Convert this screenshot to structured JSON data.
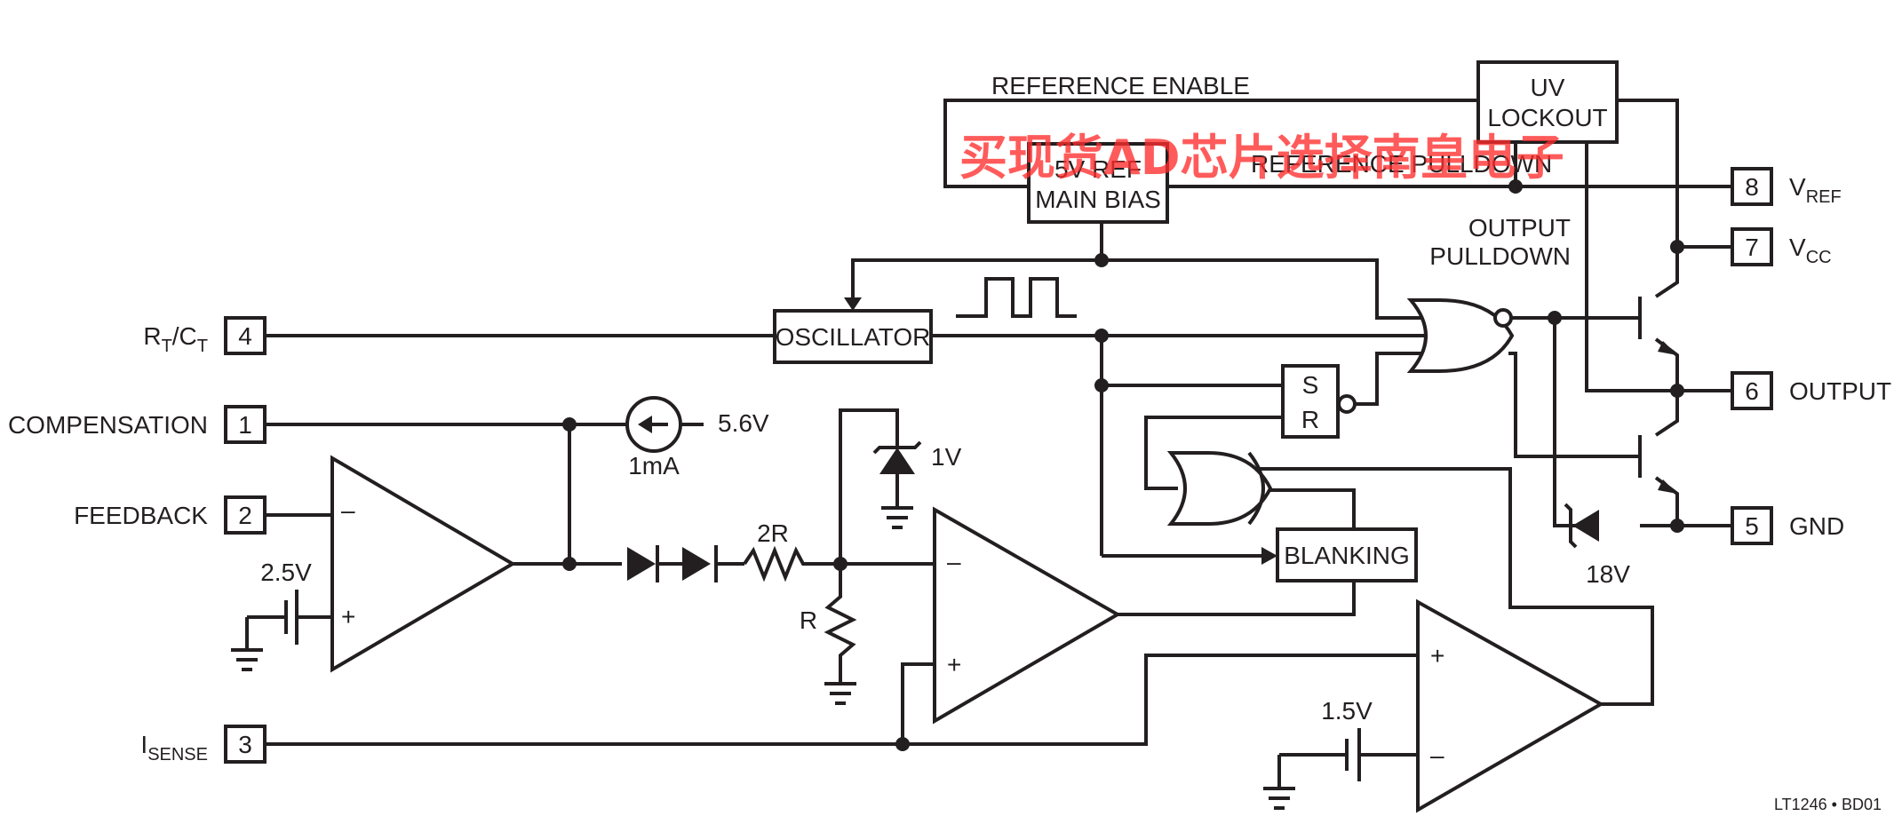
{
  "pins": {
    "rtct": {
      "number": "4",
      "label_main": "R",
      "label_sub1": "T",
      "label_mid": "/C",
      "label_sub2": "T"
    },
    "compensation": {
      "number": "1",
      "label": "COMPENSATION"
    },
    "feedback": {
      "number": "2",
      "label": "FEEDBACK"
    },
    "isense": {
      "number": "3",
      "label_main": "I",
      "label_sub": "SENSE"
    },
    "vref": {
      "number": "8",
      "label_main": "V",
      "label_sub": "REF"
    },
    "vcc": {
      "number": "7",
      "label_main": "V",
      "label_sub": "CC"
    },
    "output": {
      "number": "6",
      "label": "OUTPUT"
    },
    "gnd": {
      "number": "5",
      "label": "GND"
    }
  },
  "blocks": {
    "uv_lockout": {
      "line1": "UV",
      "line2": "LOCKOUT"
    },
    "ref_bias": {
      "line1": "5V REF",
      "line2": "MAIN BIAS"
    },
    "oscillator": {
      "label": "OSCILLATOR"
    },
    "blanking": {
      "label": "BLANKING"
    },
    "latch": {
      "s": "S",
      "r": "R"
    }
  },
  "labels": {
    "reference_enable": "REFERENCE ENABLE",
    "reference_pulldown": "REFERENCE PULLDOWN",
    "output_pulldown_1": "OUTPUT",
    "output_pulldown_2": "PULLDOWN",
    "current_source_voltage": "5.6V",
    "current_source_current": "1mA",
    "zener_1v": "1V",
    "zener_18v": "18V",
    "ref_2v5": "2.5V",
    "ref_1v5": "1.5V",
    "res_2r": "2R",
    "res_r": "R",
    "minus": "–",
    "plus": "+",
    "figure_id": "LT1246 • BD01"
  },
  "watermark": "买现货AD芯片选择南皇电子"
}
